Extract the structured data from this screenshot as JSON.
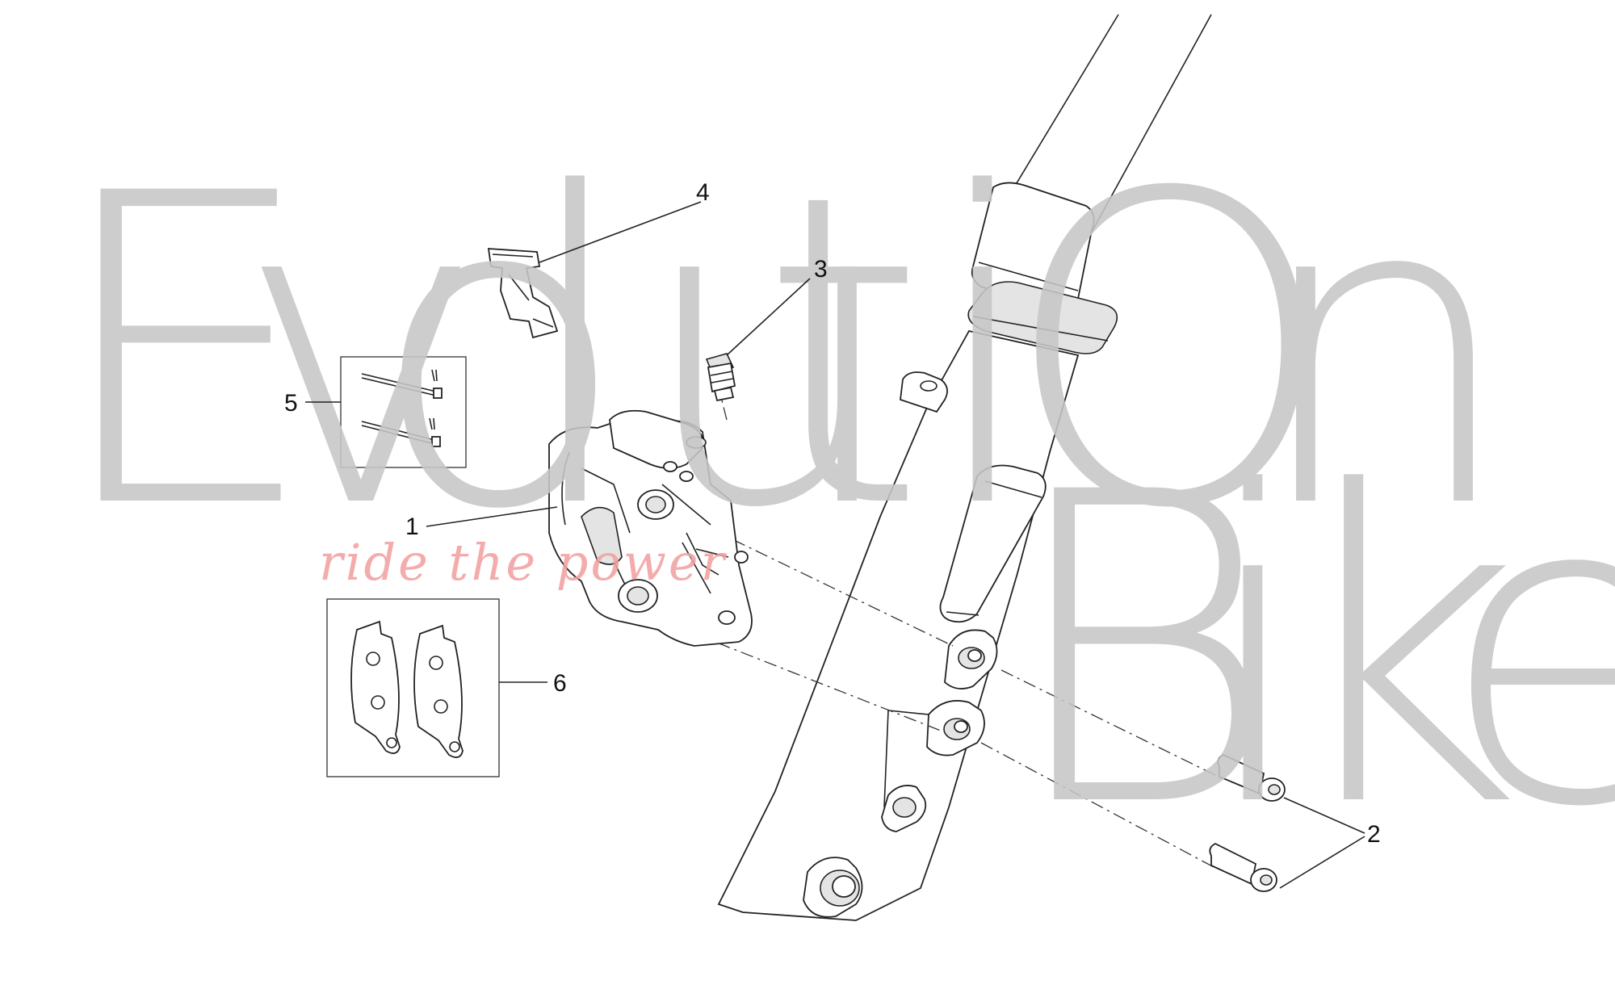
{
  "watermark": {
    "brand_letters": [
      "E",
      "v",
      "o",
      "l",
      "u",
      "t",
      "i",
      "O",
      "n",
      "B",
      "i",
      "k",
      "e"
    ],
    "tagline": "ride the power",
    "color": "#c7c7c7",
    "tagline_color": "#f2a0a0"
  },
  "callouts": [
    {
      "number": "1",
      "part": "brake caliper"
    },
    {
      "number": "2",
      "part": "caliper fixing screws"
    },
    {
      "number": "3",
      "part": "bleed valve"
    },
    {
      "number": "4",
      "part": "pad spring plate"
    },
    {
      "number": "5",
      "part": "pad pins with clips"
    },
    {
      "number": "6",
      "part": "brake pads"
    }
  ]
}
